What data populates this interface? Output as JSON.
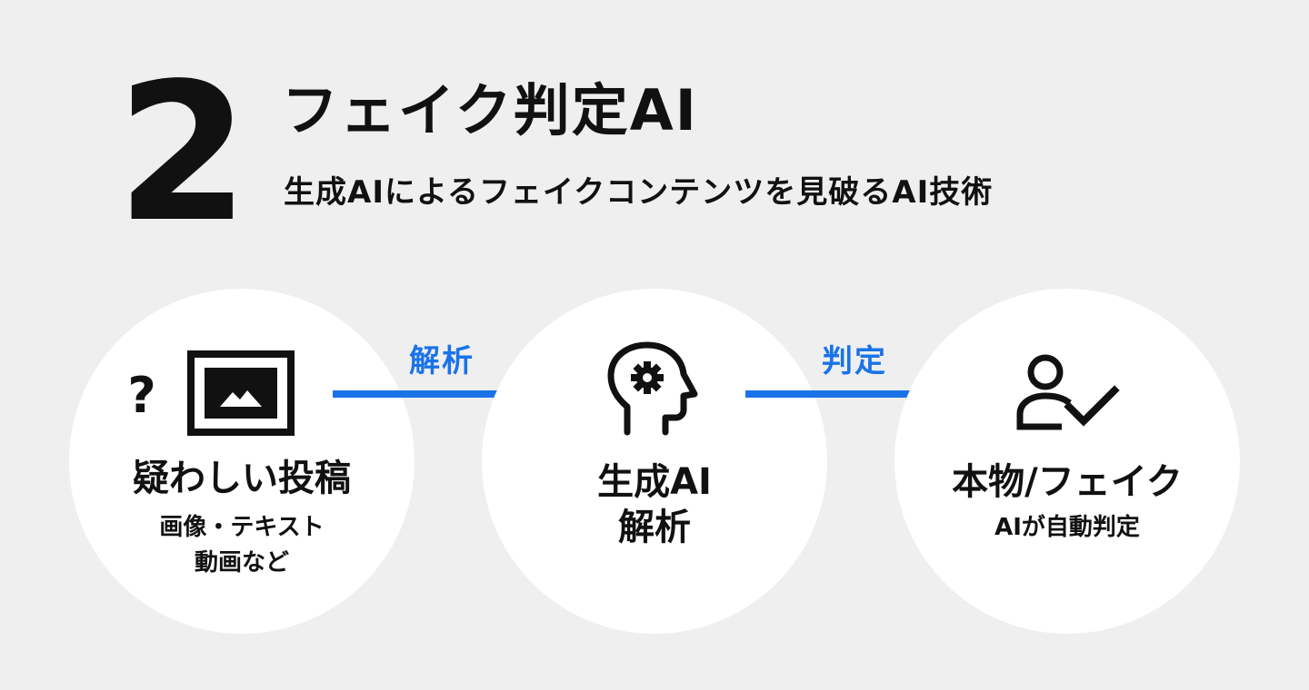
{
  "header": {
    "number": "2",
    "title": "フェイク判定AI",
    "subtitle": "生成AIによるフェイクコンテンツを見破るAI技術"
  },
  "steps": [
    {
      "title": "疑わしい投稿",
      "desc_lines": [
        "画像・テキスト",
        "動画など"
      ]
    },
    {
      "title_lines": [
        "生成AI",
        "解析"
      ]
    },
    {
      "title": "本物/フェイク",
      "desc": "AIが自動判定"
    }
  ],
  "arrows": [
    {
      "label": "解析"
    },
    {
      "label": "判定"
    }
  ],
  "icons": {
    "step1": [
      "question-mark-icon",
      "image-frame-icon"
    ],
    "step2": "head-gear-icon",
    "step3": "user-check-icon",
    "question_glyph": "?"
  },
  "colors": {
    "background": "#efefef",
    "circle": "#ffffff",
    "accent": "#1a73e8",
    "text": "#111111"
  }
}
